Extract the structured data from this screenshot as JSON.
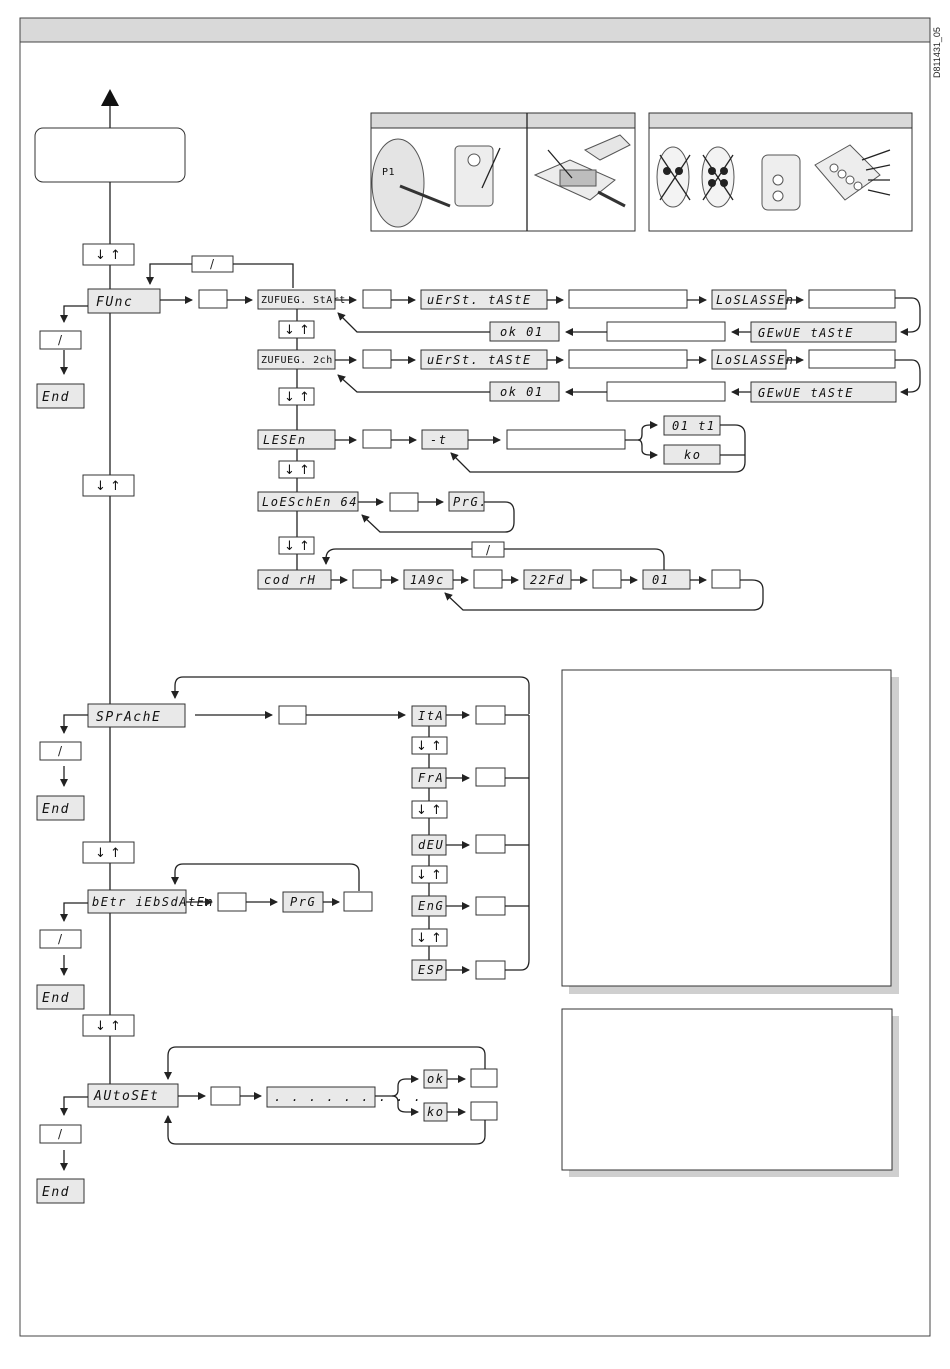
{
  "drawing_code": "D811431_05",
  "lcd": {
    "func": "FUnc",
    "zufueg_start": "ZUFUEG. StArt",
    "verst_taste": "uErSt. tAStE",
    "loslassen": "LoSLASSEn",
    "ok01": "ok  01",
    "gewue_taste": "GEwUE tAStE",
    "zufueg_2ch": "ZUFUEG. 2ch",
    "lesen": "LESEn",
    "dash": "-t",
    "o1t1": "01 t1",
    "ko": "ko",
    "loeschen": "LoESchEn 64",
    "prg_dot": "PrG.",
    "cod_rx": "cod rH",
    "a93c": "1A9c",
    "f22d": "22Fd",
    "o1": "01",
    "end": "End",
    "sprache": "SPrAchE",
    "ita": "ItA",
    "fra": "FrA",
    "deu": "dEU",
    "eng": "EnG",
    "esp": "ESP",
    "betriebsdaten": "bEtr iEbSdAtEn",
    "prg": "PrG",
    "autoset": "AUtoSEt",
    "dots": ". . .   . . .   . . .",
    "ok": "ok",
    "ko2": "ko"
  },
  "symbols": {
    "slash": "/",
    "down_up": "↓  ↑"
  },
  "icons": [
    "up-arrow-icon",
    "remote-photo-icon",
    "receiver-photo-icon",
    "transmitter-buttons-photo-icon"
  ]
}
